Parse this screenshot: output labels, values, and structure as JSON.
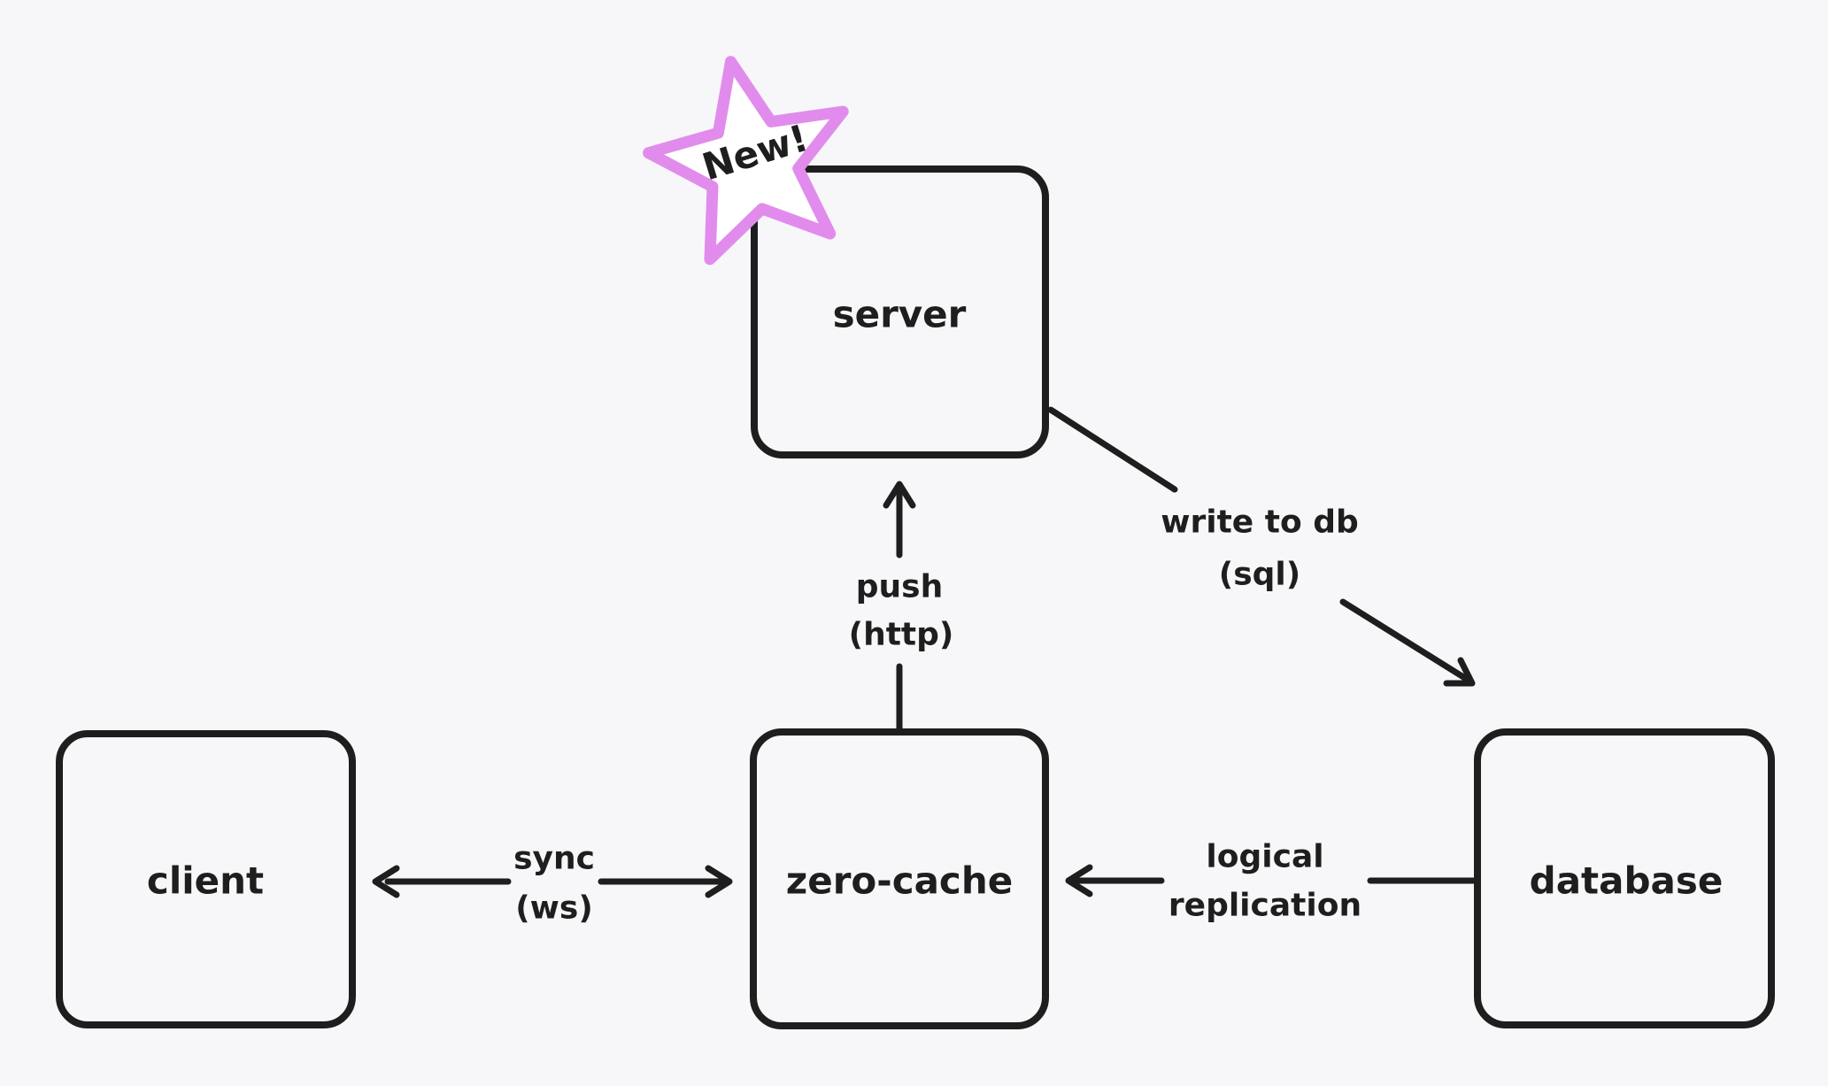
{
  "diagram": {
    "background_color": "#f7f7f9",
    "ink_color": "#1e1e1e",
    "nodes": {
      "server": {
        "label": "server"
      },
      "client": {
        "label": "client"
      },
      "zero_cache": {
        "label": "zero-cache"
      },
      "database": {
        "label": "database"
      }
    },
    "edges": {
      "push": {
        "label_line1": "push",
        "label_line2": "(http)",
        "from": "zero-cache",
        "to": "server"
      },
      "sync": {
        "label_line1": "sync",
        "label_line2": "(ws)",
        "from": "zero-cache",
        "to": "client",
        "bidirectional": "true"
      },
      "logical_replication": {
        "label_line1": "logical",
        "label_line2": "replication",
        "from": "database",
        "to": "zero-cache"
      },
      "write_to_db": {
        "label_line1": "write to db",
        "label_line2": "(sql)",
        "from": "server",
        "to": "database"
      }
    },
    "badge": {
      "label": "New!",
      "stroke_color": "#e18cec",
      "fill_color": "#ffffff"
    }
  }
}
